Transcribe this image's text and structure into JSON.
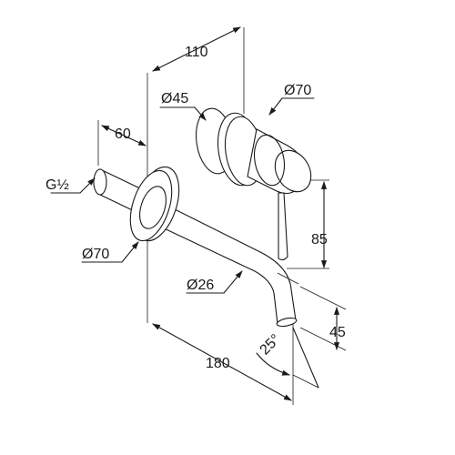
{
  "labels": {
    "dim_110": "110",
    "dia_45": "Ø45",
    "dia_70_top": "Ø70",
    "dim_60": "60",
    "thread": "G½",
    "dia_70_left": "Ø70",
    "dim_85": "85",
    "dia_26": "Ø26",
    "dim_45": "45",
    "angle_25": "25°",
    "dim_180": "180"
  }
}
